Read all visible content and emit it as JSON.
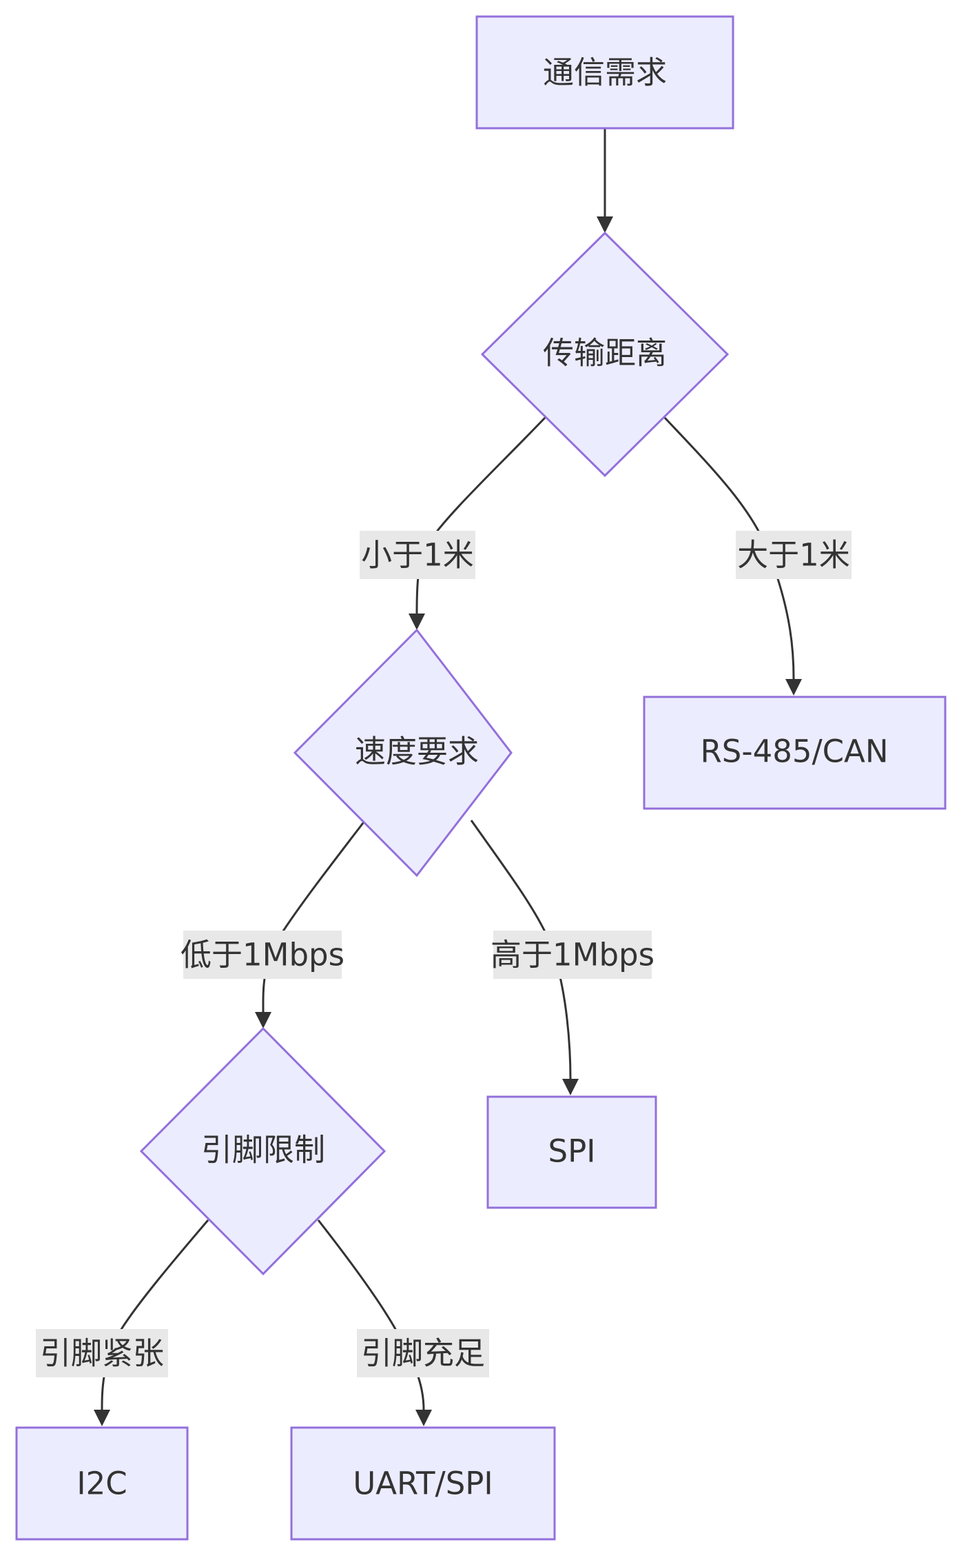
{
  "colors": {
    "node_fill": "#ececff",
    "node_stroke": "#9370db",
    "edge": "#333333",
    "edge_label_bg": "#e8e8e8",
    "text": "#333333"
  },
  "nodes": {
    "start": "通信需求",
    "distance": "传输距离",
    "speed": "速度要求",
    "pins": "引脚限制",
    "rs485": "RS-485/CAN",
    "spi": "SPI",
    "i2c": "I2C",
    "uart_spi": "UART/SPI"
  },
  "edges": {
    "lt_1m": "小于1米",
    "gt_1m": "大于1米",
    "lt_1mbps": "低于1Mbps",
    "gt_1mbps": "高于1Mbps",
    "pins_tight": "引脚紧张",
    "pins_ample": "引脚充足"
  }
}
